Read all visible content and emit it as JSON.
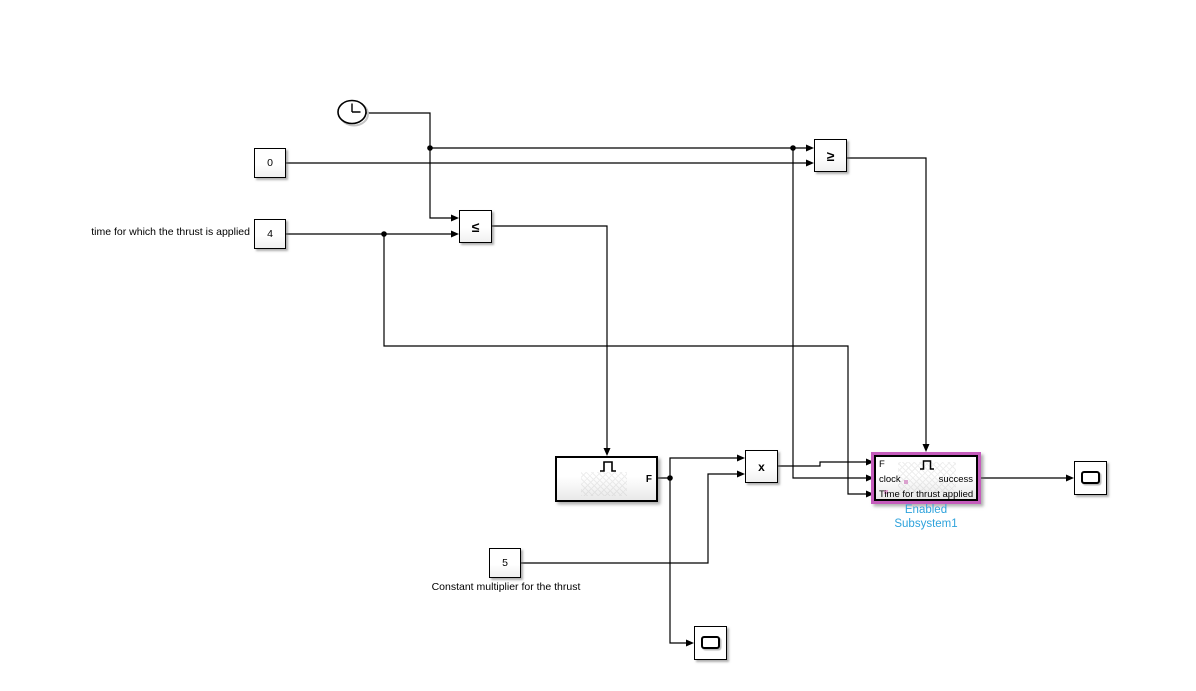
{
  "colors": {
    "background": "#ffffff",
    "wire": "#000000",
    "selection_outline": "#c55cbc",
    "selected_name_text": "#2fa3dc"
  },
  "annotations": {
    "thrust_time": "time for which the thrust is applied",
    "thrust_multiplier": "Constant multiplier for the thrust"
  },
  "blocks": {
    "constant_zero": {
      "value": "0"
    },
    "constant_four": {
      "value": "4"
    },
    "constant_five": {
      "value": "5"
    },
    "lte_operator": {
      "symbol": "≤"
    },
    "gte_operator": {
      "symbol": "≥"
    },
    "product": {
      "symbol": "x"
    },
    "thrust_subsystem": {
      "output_label": "F"
    },
    "enabled_subsystem": {
      "input_f": "F",
      "input_clock": "clock",
      "input_time": "Time for thrust applied",
      "output_success": "success",
      "name_line1": "Enabled",
      "name_line2": "Subsystem1"
    }
  }
}
